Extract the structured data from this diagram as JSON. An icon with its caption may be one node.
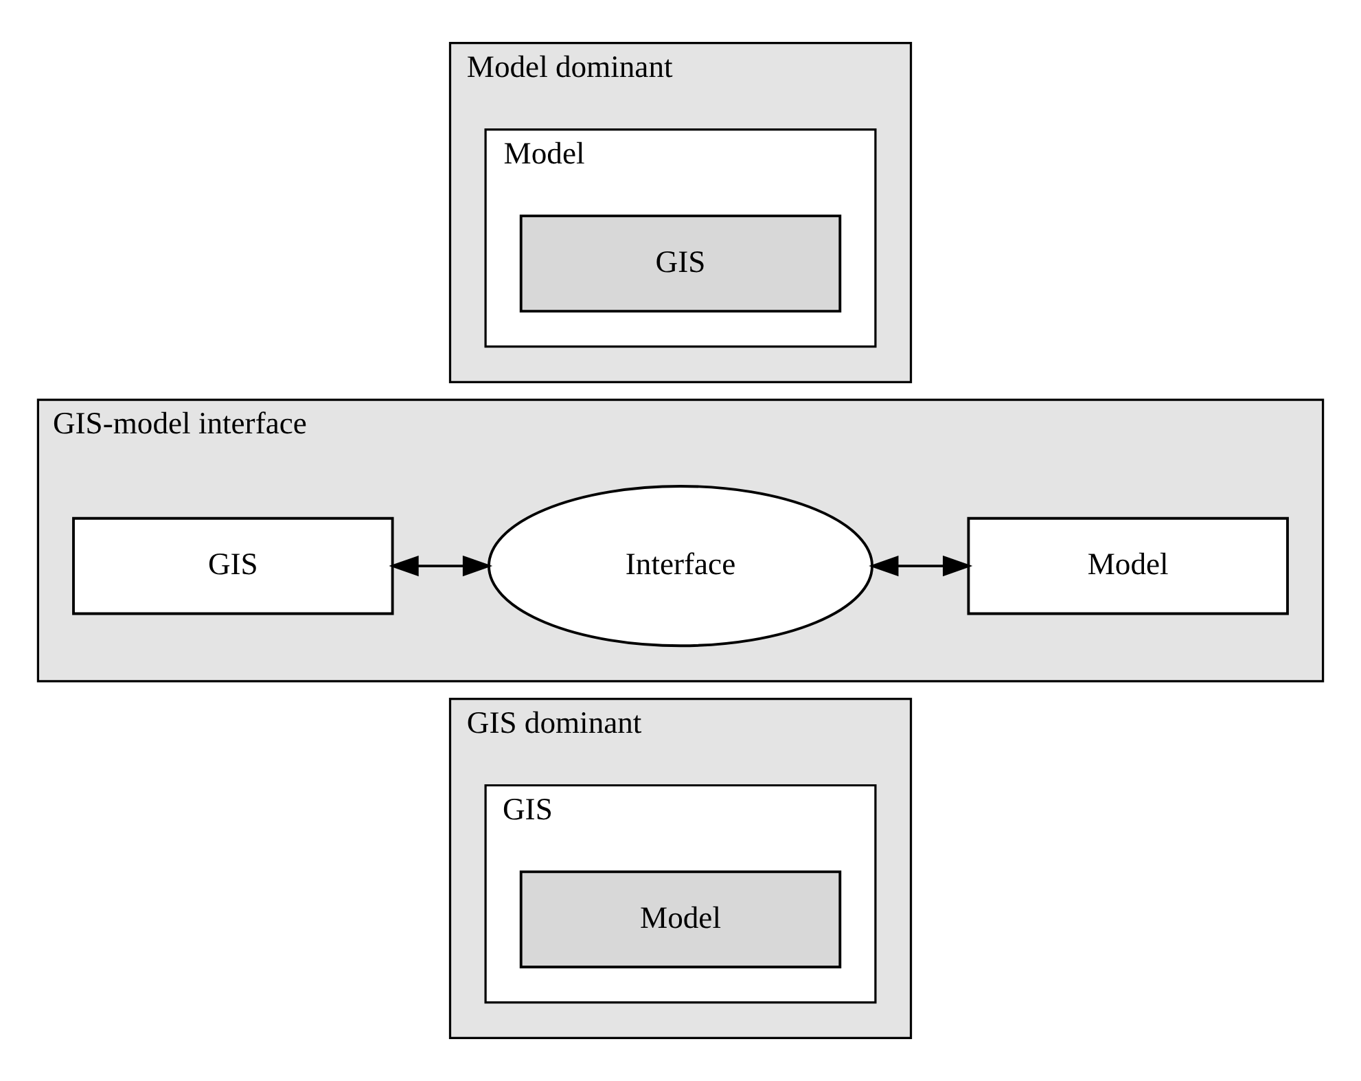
{
  "diagram": {
    "nodes": [
      {
        "text": [
          "Model dominant"
        ]
      },
      {
        "text": [
          "Model"
        ],
        "in": 0
      },
      {
        "text": [
          "GIS"
        ],
        "in": 1
      },
      {
        "text": [
          "GIS-model interface"
        ]
      },
      {
        "text": [
          "Model"
        ],
        "in": 3
      },
      {
        "text": [
          "Interface"
        ],
        "in": 3
      },
      {
        "text": [
          "GIS"
        ],
        "in": 3
      },
      {
        "text": [
          "GIS dominant"
        ]
      },
      {
        "text": [
          "GIS"
        ],
        "in": 7
      },
      {
        "text": [
          "Model"
        ],
        "in": 8
      }
    ],
    "edges": [
      {
        "from": 4,
        "to": 5,
        "arrow": "both"
      },
      {
        "from": 5,
        "to": 6,
        "arrow": "both"
      }
    ]
  }
}
